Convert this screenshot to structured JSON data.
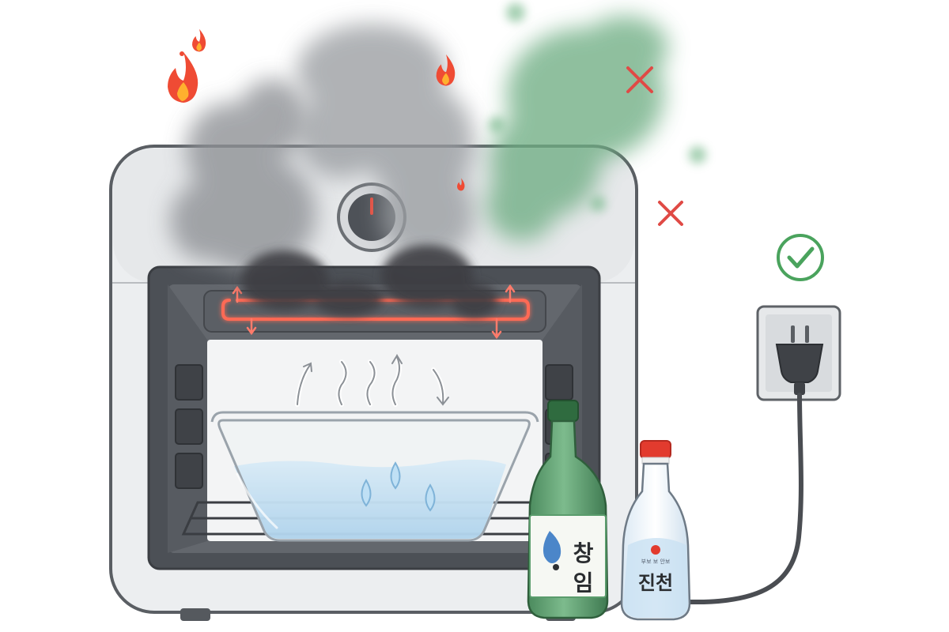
{
  "bottles": {
    "green_label": "창 임",
    "white_label": "진천",
    "white_small_text": "부보 보 안보"
  },
  "colors": {
    "oven_body": "#e9eaec",
    "oven_outline": "#5a5e63",
    "cavity": "#4b4f55",
    "heater_glow": "#ff5a4a",
    "smoke_gray": "#8f9296",
    "smoke_dark": "#3c3e42",
    "smoke_green": "#6fae84",
    "flame": "#ef4b34",
    "cross_red": "#e04a45",
    "check_green": "#4aa35d",
    "water_blue": "#a9d3ef",
    "bottle_green": "#5a9c6c",
    "cap_green": "#2f6b3f",
    "cap_red": "#e23b2e"
  },
  "icons": {
    "flames": [
      "flame-icon",
      "flame-icon",
      "flame-icon",
      "flame-icon"
    ],
    "warnings": [
      "cross-icon",
      "cross-icon"
    ],
    "ok": "check-circle-icon",
    "outlet": "power-outlet-icon",
    "plug": "plug-icon"
  }
}
